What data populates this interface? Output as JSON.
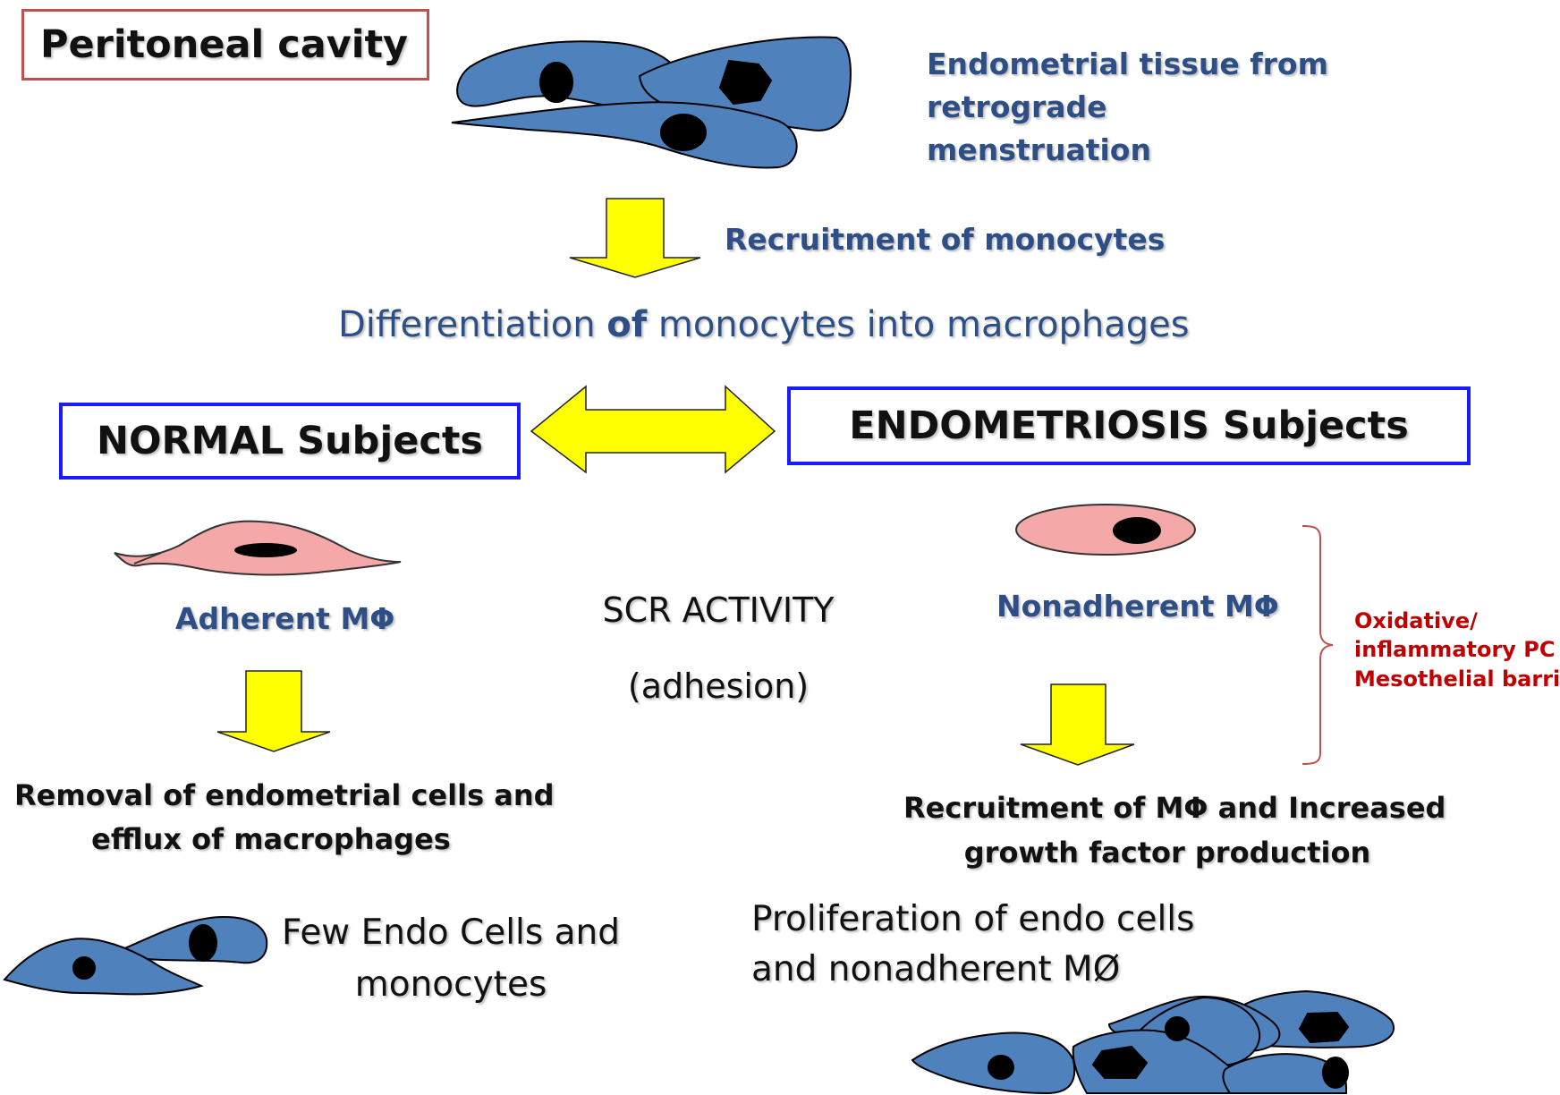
{
  "title": "Peritoneal cavity",
  "top_annotation": {
    "line1": "Endometrial  tissue  from",
    "line2": "retrograde",
    "line3": "menstruation"
  },
  "arrow_label_recruitment": "Recruitment of  monocytes",
  "differentiation": {
    "part1": "Differentiation ",
    "part2": "of",
    "part3": " monocytes  into macrophages"
  },
  "normal_box": "NORMAL Subjects",
  "endo_box": "ENDOMETRIOSIS Subjects",
  "adherent_label": "Adherent MΦ",
  "nonadherent_label": "Nonadherent  MΦ",
  "scr": {
    "line1": "SCR  ACTIVITY",
    "line2": "(adhesion)"
  },
  "bracket_note": {
    "line1": "Oxidative/",
    "line2": "inflammatory PC",
    "line3": "Mesothelial barrier"
  },
  "normal_outcome": {
    "line1": "Removal of endometrial  cells and",
    "line2": "efflux of macrophages"
  },
  "endo_outcome": {
    "line1": "Recruitment of MΦ and Increased",
    "line2": "growth factor production"
  },
  "normal_result": {
    "line1": "Few Endo Cells and",
    "line2": "monocytes"
  },
  "endo_result": {
    "line1": "Proliferation of endo cells",
    "line2": "and nonadherent  MØ"
  },
  "colors": {
    "cell_blue": "#4f81bd",
    "macrophage_pink": "#f4a8a8",
    "arrow_yellow": "#ffff00",
    "box_blue_border": "#1a1aff",
    "title_box_border": "#c0504d",
    "label_blue": "#2e4f86",
    "note_red": "#c00000"
  }
}
